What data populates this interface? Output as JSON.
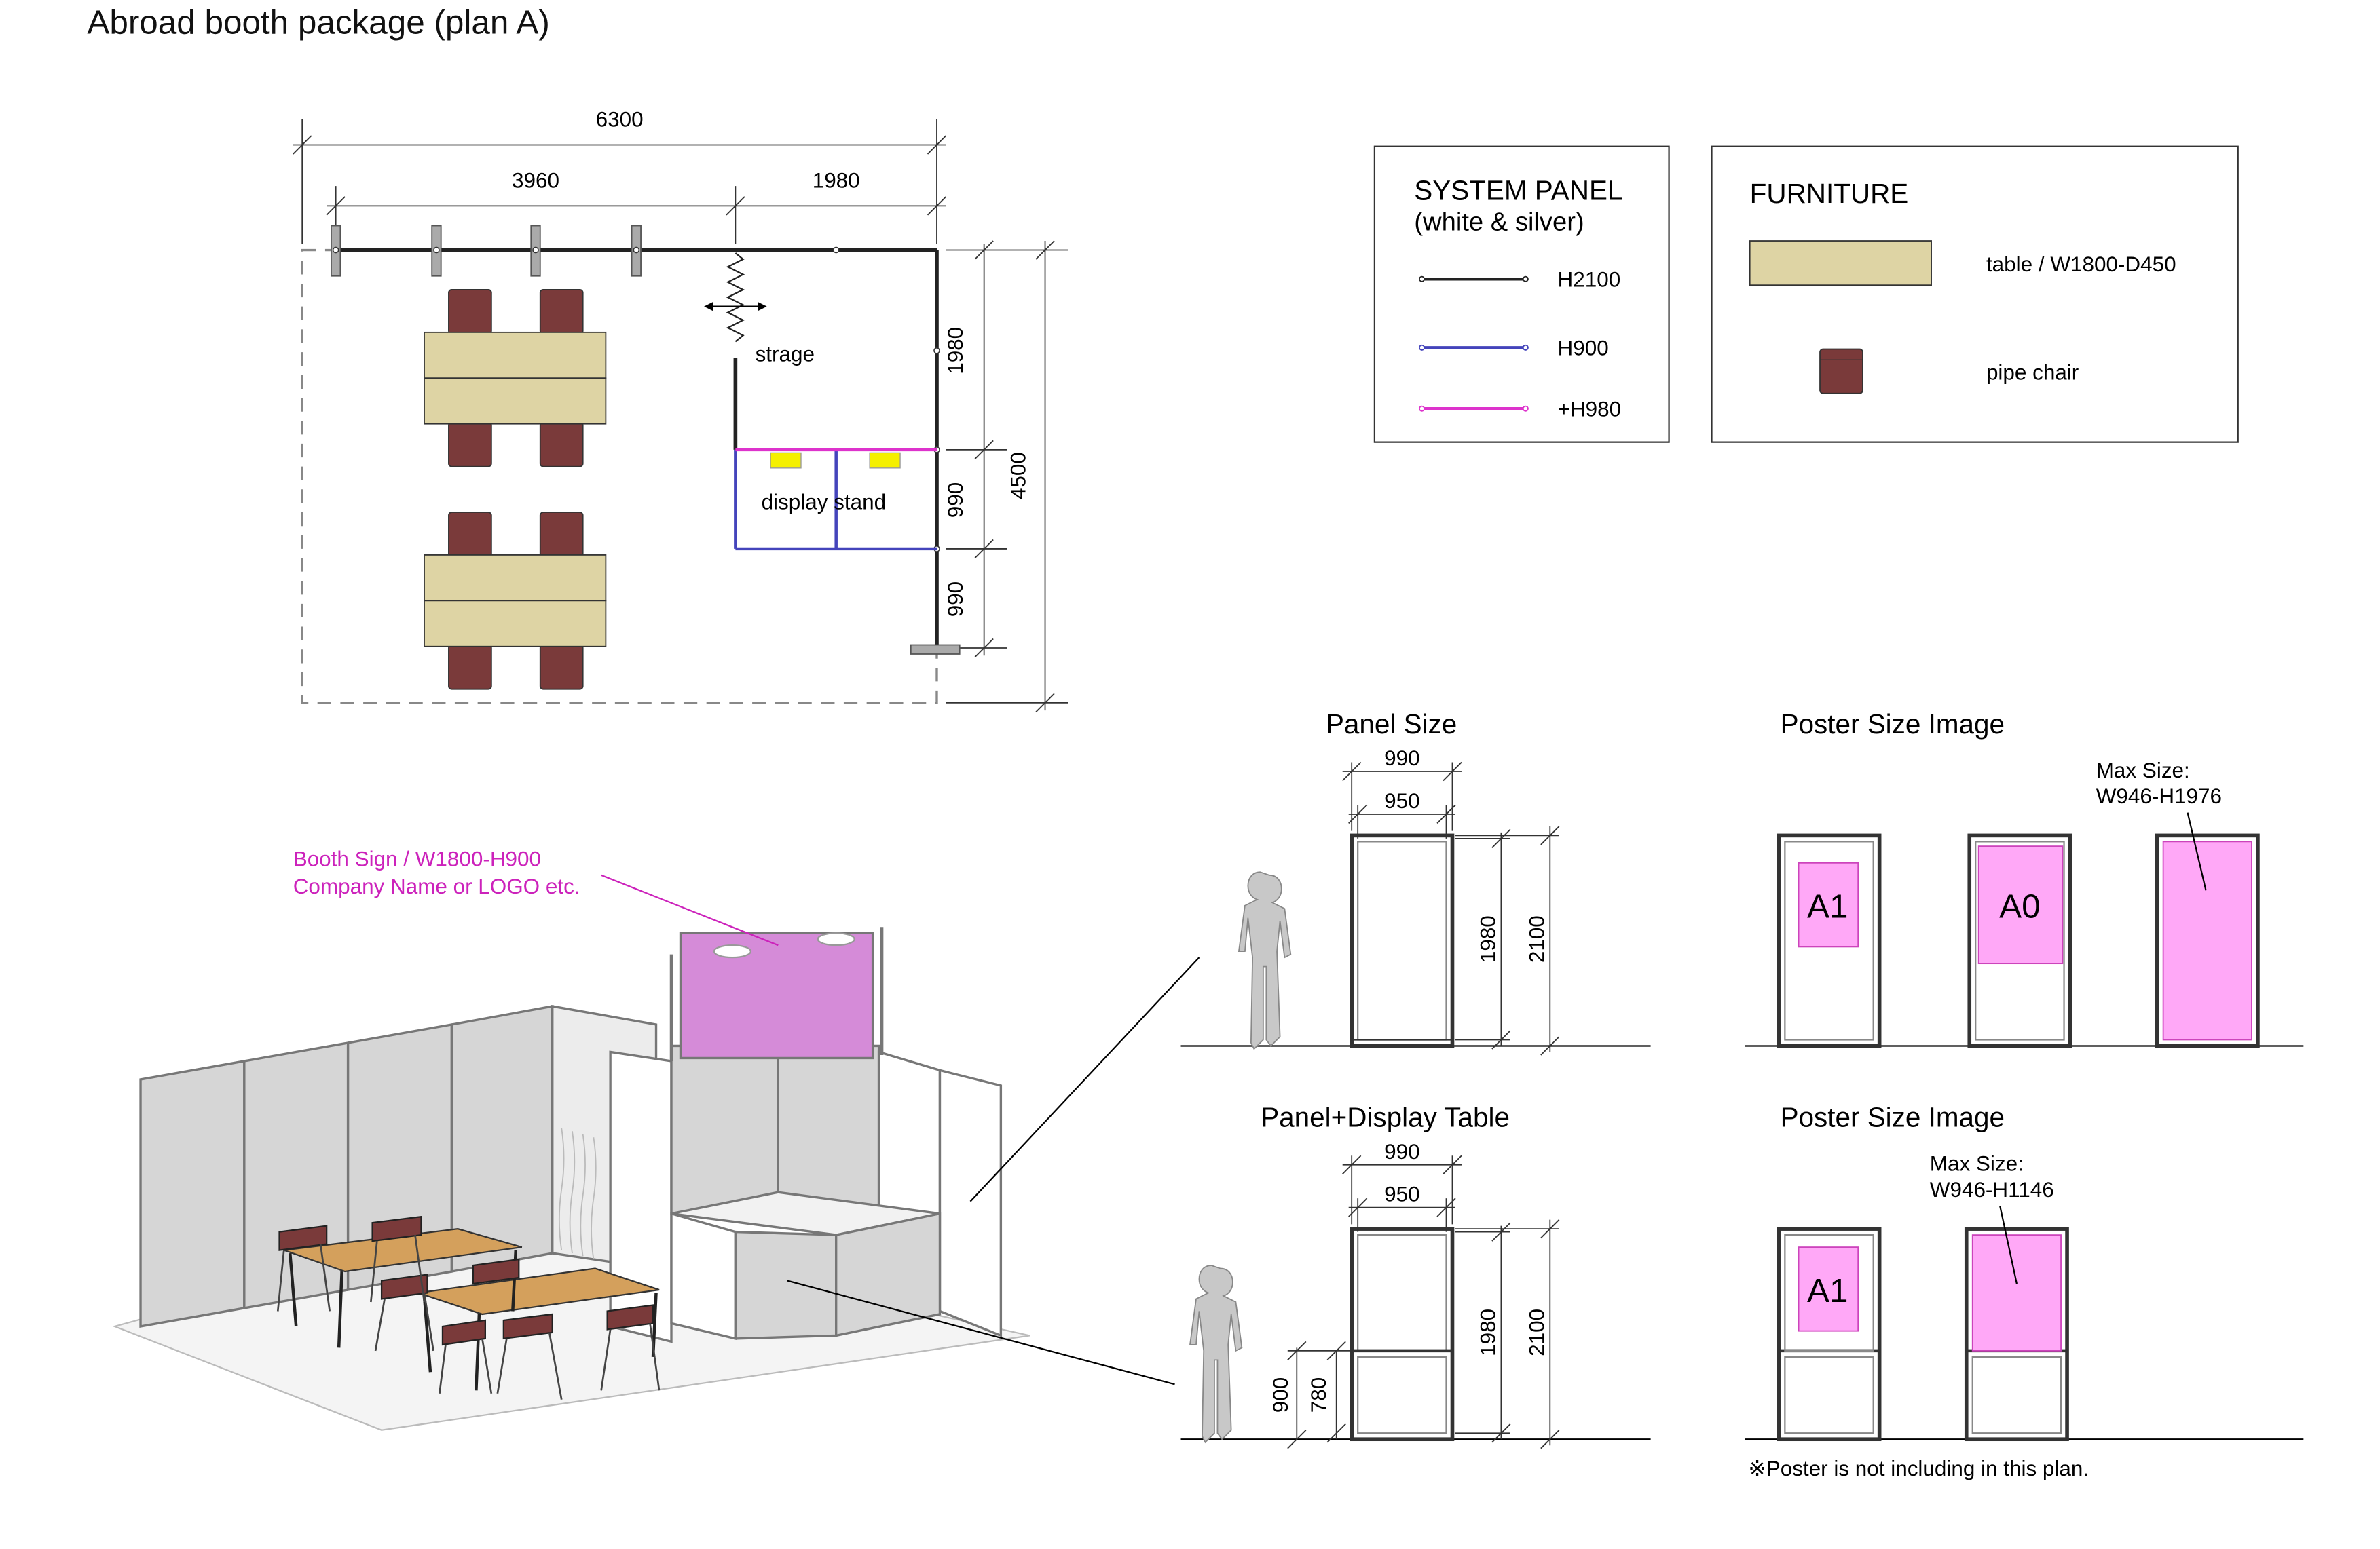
{
  "title": "Abroad booth package (plan A)",
  "colors": {
    "panel_h2100": "#222222",
    "panel_h900": "#4444bb",
    "panel_980": "#dd33cc",
    "table": "#ded4a4",
    "chair": "#7a3a3a",
    "display_light": "#f5f000",
    "poster": "#ffa8f7",
    "sign": "#d58bd8",
    "sign_text": "#cc22bb"
  },
  "plan": {
    "dim_total_width": "6300",
    "dim_left": "3960",
    "dim_right": "1980",
    "dim_depth_total": "4500",
    "dim_seg1": "1980",
    "dim_seg2": "990",
    "dim_seg3": "990",
    "label_storage": "strage",
    "label_display": "display stand"
  },
  "legend_panel": {
    "title_line1": "SYSTEM PANEL",
    "title_line2": "(white & silver)",
    "items": [
      {
        "label": "H2100"
      },
      {
        "label": "H900"
      },
      {
        "label": "+H980"
      }
    ]
  },
  "legend_furniture": {
    "title": "FURNITURE",
    "table_label": "table / W1800-D450",
    "chair_label": "pipe chair"
  },
  "perspective": {
    "sign_line1": "Booth Sign / W1800-H900",
    "sign_line2": "Company Name or LOGO etc."
  },
  "panel_size": {
    "title": "Panel Size",
    "dim_outer": "990",
    "dim_inner": "950",
    "dim_inner_h": "1980",
    "dim_outer_h": "2100"
  },
  "panel_display": {
    "title": "Panel+Display Table",
    "dim_outer": "990",
    "dim_inner": "950",
    "dim_inner_h": "1980",
    "dim_outer_h": "2100",
    "dim_table_h": "900",
    "dim_table_inner": "780"
  },
  "poster1": {
    "title": "Poster Size Image",
    "max_line1": "Max Size:",
    "max_line2": "W946-H1976",
    "labels": [
      "A1",
      "A0"
    ]
  },
  "poster2": {
    "title": "Poster Size Image",
    "max_line1": "Max Size:",
    "max_line2": "W946-H1146",
    "labels": [
      "A1"
    ]
  },
  "note": "※Poster is not including in this plan."
}
